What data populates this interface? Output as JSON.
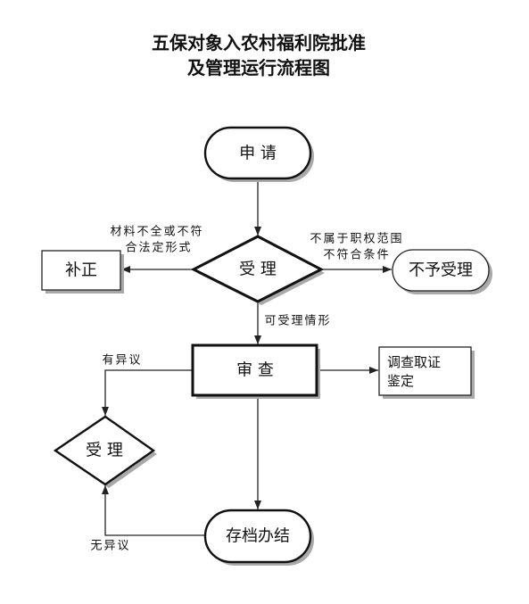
{
  "title": {
    "line1": "五保对象入农村福利院批准",
    "line2": "及管理运行流程图"
  },
  "nodes": {
    "apply": "申 请",
    "accept": "受 理",
    "supplement": "补正",
    "reject": "不予受理",
    "review": "审 查",
    "investigate": [
      "调查取证",
      "鉴定"
    ],
    "accept_objection": "受 理",
    "archive": "存档办结"
  },
  "edge_labels": {
    "incomplete": [
      "材料不全或不符",
      "合法定形式"
    ],
    "out_of_scope": [
      "不属于职权范围",
      "不符合条件"
    ],
    "acceptable": "可受理情形",
    "objection": "有异议",
    "no_objection": "无异议"
  },
  "colors": {
    "stroke": "#111111",
    "shadow": "#a9a9a9",
    "background": "#ffffff"
  }
}
